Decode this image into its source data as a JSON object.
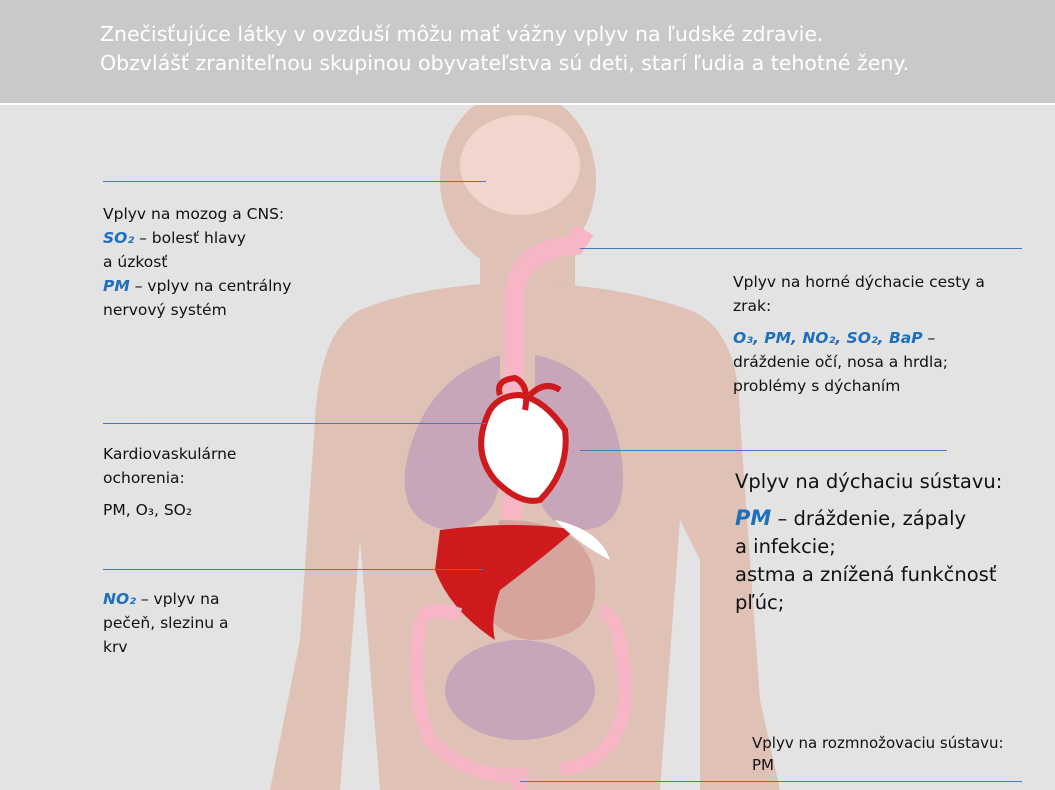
{
  "header": {
    "line1": "Znečisťujúce látky v ovzduší môžu mať vážny vplyv na ľudské zdravie.",
    "line2": "Obzvlášť zraniteľnou skupinou obyvateľstva sú deti, starí ľudia a tehotné ženy."
  },
  "brain": {
    "title": "Vplyv na mozog a CNS:",
    "p1": "SO₂",
    "t1": " – bolesť hlavy",
    "t1b": "a úzkosť",
    "p2": "PM",
    "t2": " – vplyv na centrálny",
    "t2b": "nervový systém"
  },
  "upper": {
    "title1": "Vplyv na horné dýchacie cesty a",
    "title2": "zrak:",
    "pollutants": "O₃, PM, NO₂, SO₂, BaP",
    "dash": " –",
    "t1": "dráždenie očí, nosa a hrdla;",
    "t2": "problémy s dýchaním"
  },
  "cardio": {
    "title1": "Kardiovaskulárne",
    "title2": "ochorenia:",
    "pollutants": "PM, O₃, SO₂"
  },
  "respiratory": {
    "title": "Vplyv na dýchaciu sústavu:",
    "pollutant": "PM",
    "t1": " – dráždenie, zápaly",
    "t1b": "a infekcie;",
    "t2": "astma a znížená funkčnosť",
    "t2b": "pľúc;"
  },
  "liver": {
    "pollutant": "NO₂",
    "t1": " – vplyv na",
    "t1b": "pečeň, slezinu a",
    "t1c": "krv"
  },
  "reproductive": {
    "title": "Vplyv na rozmnožovaciu sústavu:",
    "pollutant": "PM"
  },
  "colors": {
    "accent": "#1f6fbf",
    "line": "#4a78b8",
    "body": "#dfc1b6",
    "heart": "#d0161c"
  }
}
